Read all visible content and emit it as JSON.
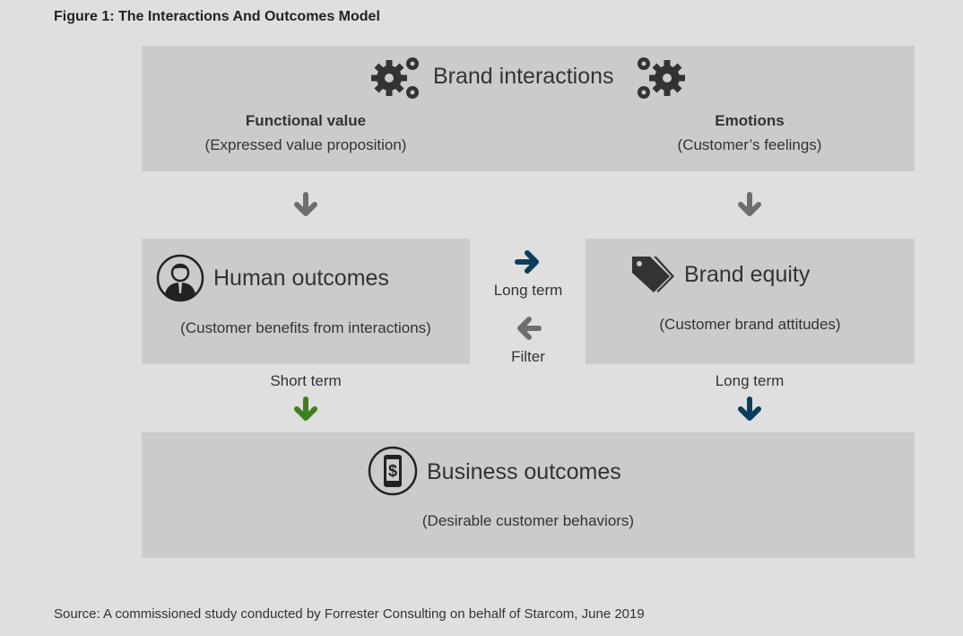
{
  "figure_title": "Figure 1: The Interactions And Outcomes Model",
  "brand_interactions": {
    "title": "Brand interactions",
    "left_heading": "Functional value",
    "left_sub": "(Expressed value proposition)",
    "right_heading": "Emotions",
    "right_sub": "(Customer’s feelings)"
  },
  "human_outcomes": {
    "title": "Human outcomes",
    "sub": "(Customer benefits from interactions)"
  },
  "brand_equity": {
    "title": "Brand equity",
    "sub": "(Customer brand attitudes)"
  },
  "middle": {
    "long_term": "Long term",
    "filter": "Filter"
  },
  "short_term_label": "Short term",
  "long_term_label": "Long term",
  "business_outcomes": {
    "title": "Business outcomes",
    "sub": "(Desirable customer behaviors)"
  },
  "source": "Source: A commissioned study conducted by Forrester Consulting on behalf of Starcom, June 2019",
  "colors": {
    "gray_arrow": "#6e6e6e",
    "green_arrow": "#3f7e1e",
    "navy_arrow": "#0c3d5e",
    "box": "#cbcbcb",
    "background": "#dfdfdf"
  }
}
